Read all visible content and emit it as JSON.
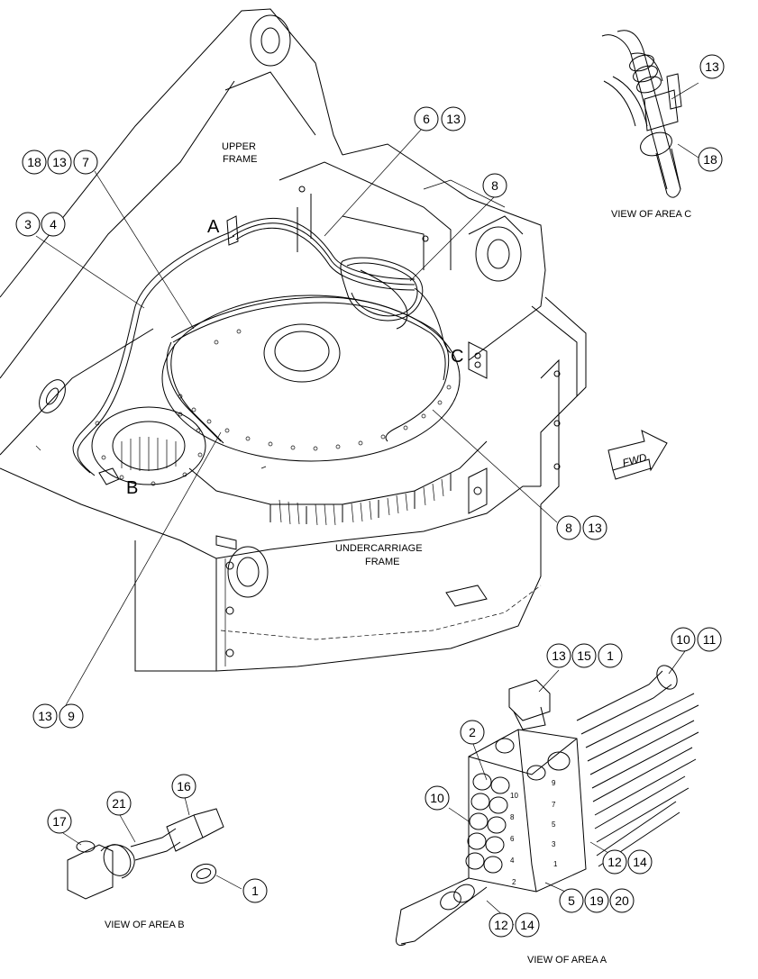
{
  "labels": {
    "upper_frame_1": "UPPER",
    "upper_frame_2": "FRAME",
    "undercarriage_1": "UNDERCARRIAGE",
    "undercarriage_2": "FRAME",
    "fwd": "FWD",
    "area_a": "A",
    "area_b": "B",
    "area_c": "C",
    "view_c": "VIEW OF AREA C",
    "view_b": "VIEW OF AREA B",
    "view_a": "VIEW OF AREA A"
  },
  "callouts": [
    {
      "id": "c-18-13-7",
      "nums": [
        "18",
        "13",
        "7"
      ]
    },
    {
      "id": "c-6-13",
      "nums": [
        "6",
        "13"
      ]
    },
    {
      "id": "c-3-4",
      "nums": [
        "3",
        "4"
      ]
    },
    {
      "id": "c-8",
      "nums": [
        "8"
      ]
    },
    {
      "id": "c-8-13",
      "nums": [
        "8",
        "13"
      ]
    },
    {
      "id": "c-13-9",
      "nums": [
        "13",
        "9"
      ]
    },
    {
      "id": "c-13-top",
      "nums": [
        "13"
      ]
    },
    {
      "id": "c-18",
      "nums": [
        "18"
      ]
    },
    {
      "id": "c-13-15-1",
      "nums": [
        "13",
        "15",
        "1"
      ]
    },
    {
      "id": "c-10-11",
      "nums": [
        "10",
        "11"
      ]
    },
    {
      "id": "c-2",
      "nums": [
        "2"
      ]
    },
    {
      "id": "c-10",
      "nums": [
        "10"
      ]
    },
    {
      "id": "c-12-14-right",
      "nums": [
        "12",
        "14"
      ]
    },
    {
      "id": "c-5-19-20",
      "nums": [
        "5",
        "19",
        "20"
      ]
    },
    {
      "id": "c-12-14-bottom",
      "nums": [
        "12",
        "14"
      ]
    },
    {
      "id": "c-17",
      "nums": [
        "17"
      ]
    },
    {
      "id": "c-21",
      "nums": [
        "21"
      ]
    },
    {
      "id": "c-16",
      "nums": [
        "16"
      ]
    },
    {
      "id": "c-1",
      "nums": [
        "1"
      ]
    }
  ],
  "valve_numbers": [
    "10",
    "9",
    "8",
    "7",
    "6",
    "5",
    "4",
    "3",
    "2",
    "1"
  ]
}
